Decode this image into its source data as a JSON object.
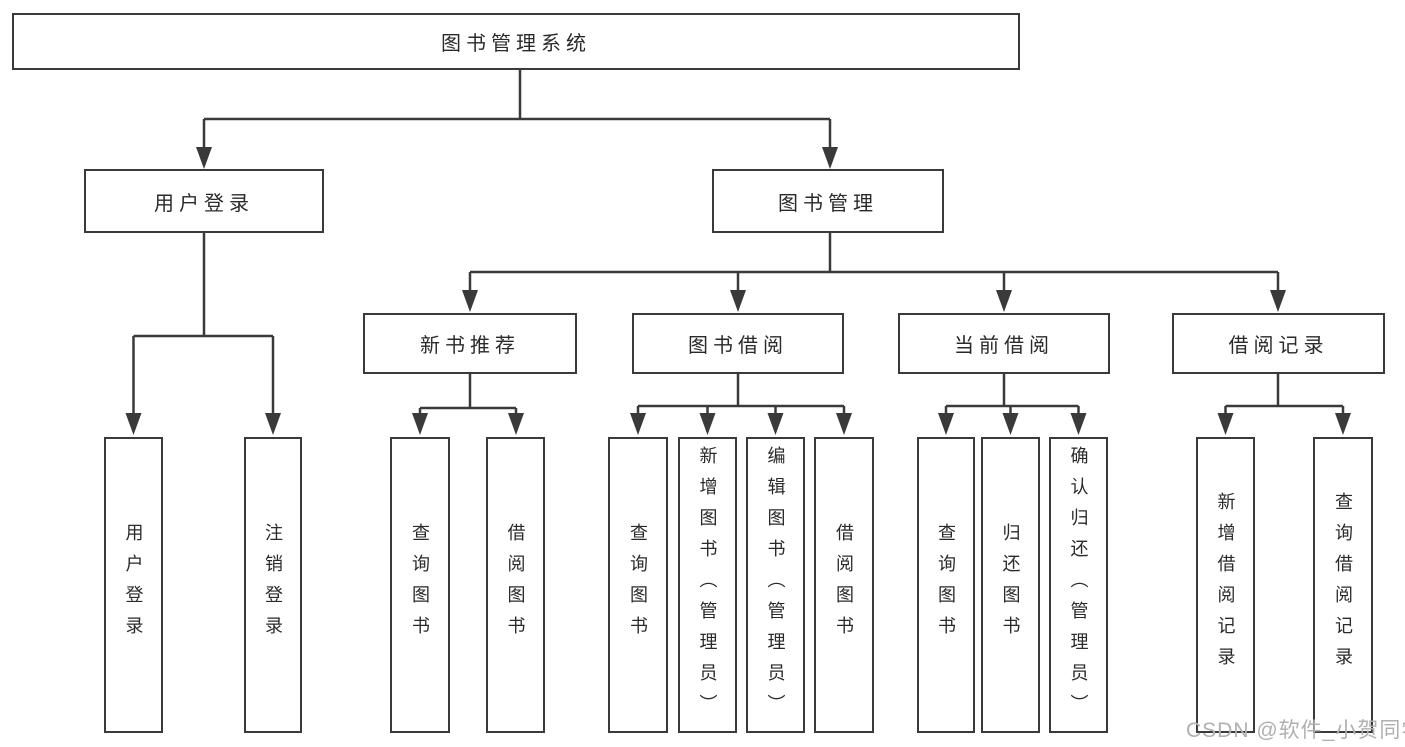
{
  "diagram": {
    "tree": {
      "label": "图书管理系统",
      "children": [
        {
          "label": "用户登录",
          "children": [
            {
              "label": "用户登录"
            },
            {
              "label": "注销登录"
            }
          ]
        },
        {
          "label": "图书管理",
          "children": [
            {
              "label": "新书推荐",
              "children": [
                {
                  "label": "查询图书"
                },
                {
                  "label": "借阅图书"
                }
              ]
            },
            {
              "label": "图书借阅",
              "children": [
                {
                  "label": "查询图书"
                },
                {
                  "label": "新增图书（管理员）"
                },
                {
                  "label": "编辑图书（管理员）"
                },
                {
                  "label": "借阅图书"
                }
              ]
            },
            {
              "label": "当前借阅",
              "children": [
                {
                  "label": "查询图书"
                },
                {
                  "label": "归还图书"
                },
                {
                  "label": "确认归还（管理员）"
                }
              ]
            },
            {
              "label": "借阅记录",
              "children": [
                {
                  "label": "新增借阅记录"
                },
                {
                  "label": "查询借阅记录"
                }
              ]
            }
          ]
        }
      ]
    }
  },
  "watermark": {
    "text": "CSDN @软件_小贺同学"
  },
  "colors": {
    "line": "#3a3a3a",
    "text": "#2a2a2a",
    "background": "#ffffff",
    "watermark": "#b0b0b0"
  }
}
